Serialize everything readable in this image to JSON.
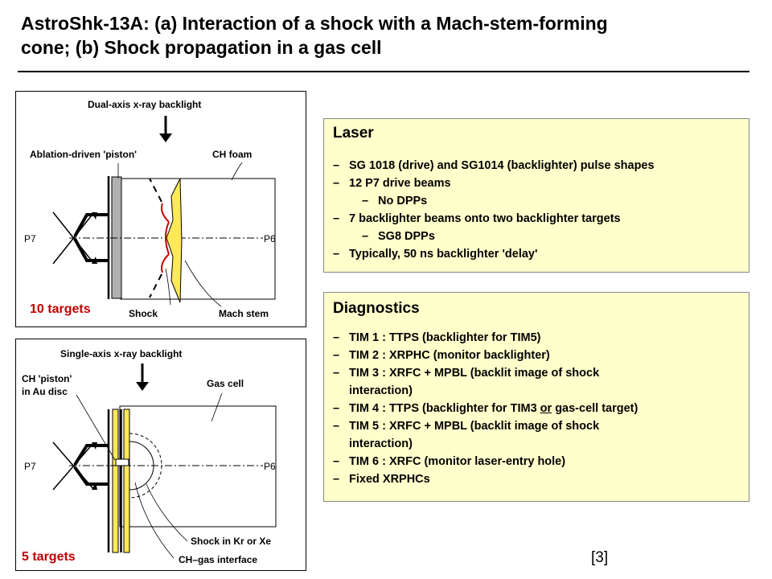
{
  "title": {
    "line1": "AstroShk-13A: (a) Interaction of a shock with a Mach-stem-forming",
    "line2": "cone; (b) Shock propagation in a gas cell"
  },
  "panel_a": {
    "backlight": "Dual-axis x-ray backlight",
    "piston": "Ablation-driven 'piston'",
    "foam": "CH foam",
    "p7": "P7",
    "p6": "P6",
    "targets": "10 targets",
    "shock": "Shock",
    "mach": "Mach stem"
  },
  "panel_b": {
    "backlight": "Single-axis x-ray backlight",
    "piston1": "CH 'piston'",
    "piston2": "in Au disc",
    "gascell": "Gas cell",
    "p7": "P7",
    "p6": "P6",
    "shock": "Shock in Kr or Xe",
    "targets": "5 targets",
    "interface": "CH–gas interface"
  },
  "laser": {
    "heading": "Laser",
    "items": [
      "SG 1018 (drive) and SG1014 (backlighter) pulse shapes",
      "12 P7 drive beams",
      "No DPPs",
      "7 backlighter beams onto two backlighter targets",
      "SG8 DPPs",
      "Typically, 50 ns backlighter 'delay'"
    ]
  },
  "diagnostics": {
    "heading": "Diagnostics",
    "items": [
      "TIM 1 : TTPS (backlighter for TIM5)",
      "TIM 2 : XRPHC (monitor backlighter)",
      "TIM 3 : XRFC + MPBL (backlit image of shock",
      "interaction)",
      "TIM 4 : TTPS (backlighter for TIM3 ",
      "or",
      " gas-cell target)",
      "TIM 5 : XRFC + MPBL (backlit image of shock",
      "interaction)",
      "TIM 6 : XRFC (monitor laser-entry hole)",
      "Fixed XRPHCs"
    ]
  },
  "dash": "–",
  "reference": "[3]",
  "colors": {
    "targets": "#c00000",
    "box_bg": "#ffffcc",
    "gold": "#ffe85a",
    "shock": "#cc0000"
  }
}
